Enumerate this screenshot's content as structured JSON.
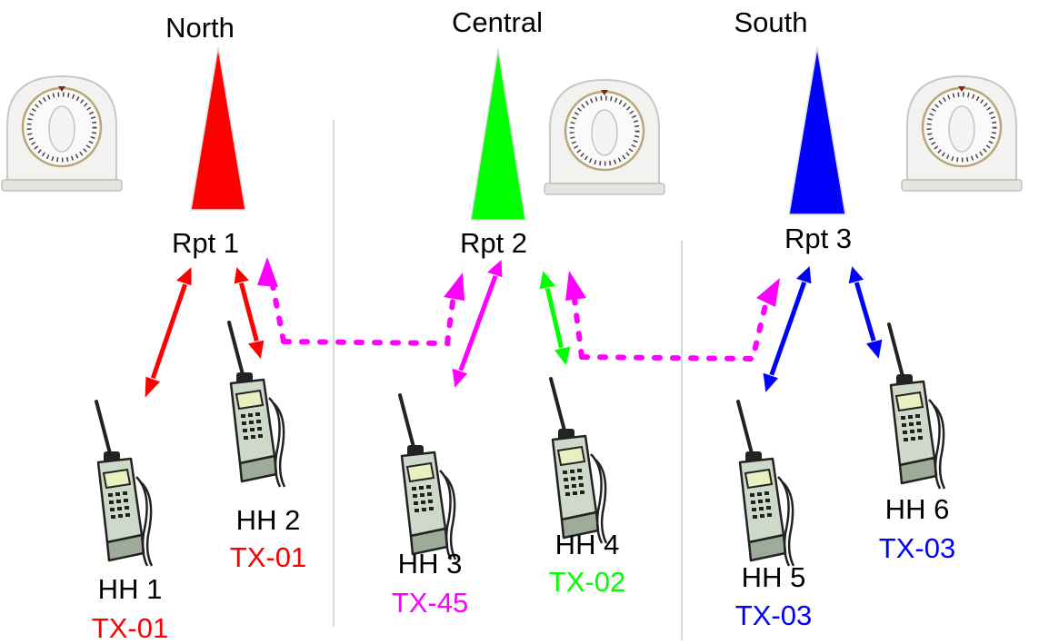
{
  "regions": [
    {
      "label": "North"
    },
    {
      "label": "Central"
    },
    {
      "label": "South"
    }
  ],
  "repeaters": [
    {
      "label": "Rpt 1",
      "color": "#ff0000"
    },
    {
      "label": "Rpt 2",
      "color": "#00ff00"
    },
    {
      "label": "Rpt 3",
      "color": "#0000ff"
    }
  ],
  "handhelds": [
    {
      "label": "HH 1",
      "tx": "TX-01",
      "tx_color": "#ff0000"
    },
    {
      "label": "HH 2",
      "tx": "TX-01",
      "tx_color": "#ff0000"
    },
    {
      "label": "HH 3",
      "tx": "TX-45",
      "tx_color": "#ff00ff"
    },
    {
      "label": "HH 4",
      "tx": "TX-02",
      "tx_color": "#00ff00"
    },
    {
      "label": "HH 5",
      "tx": "TX-03",
      "tx_color": "#0000ff"
    },
    {
      "label": "HH 6",
      "tx": "TX-03",
      "tx_color": "#0000ff"
    }
  ],
  "colors": {
    "roaming_link": "#ff00ff",
    "divider": "#cccccc"
  },
  "icons": {
    "timer": "kitchen-timer-icon",
    "radio": "handheld-radio-icon",
    "repeater": "repeater-tower-icon"
  }
}
